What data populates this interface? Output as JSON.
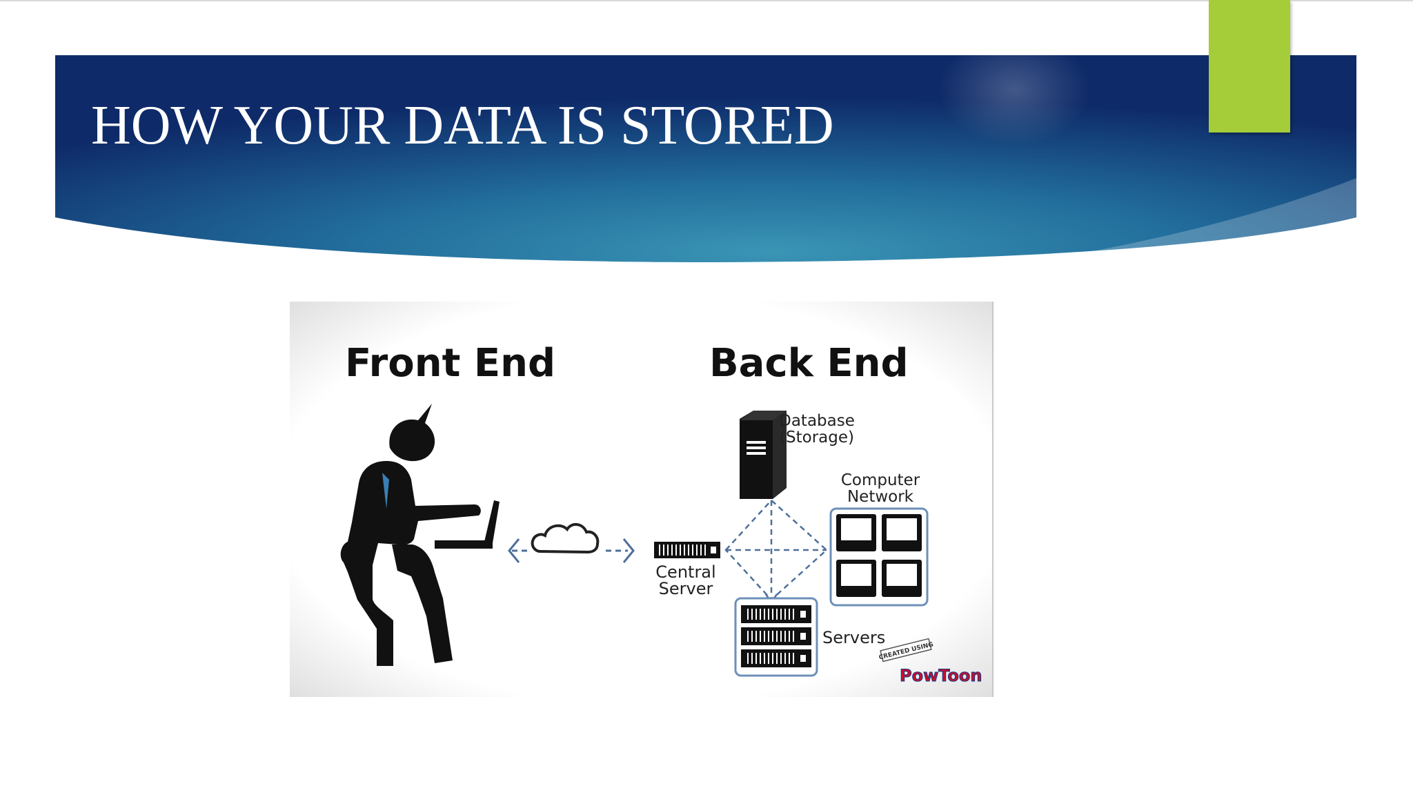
{
  "slide": {
    "title": "HOW YOUR DATA IS STORED"
  },
  "diagram": {
    "front_end_label": "Front End",
    "back_end_label": "Back End",
    "database_line1": "Database",
    "database_line2": "(Storage)",
    "network_line1": "Computer",
    "network_line2": "Network",
    "central_line1": "Central",
    "central_line2": "Server",
    "servers_label": "Servers",
    "logo_top": "CREATED USING",
    "logo_main": "PowToon"
  },
  "colors": {
    "banner_dark": "#0e2a68",
    "banner_light": "#3a8fb2",
    "accent": "#a5cd39",
    "connector": "#4d6f9a"
  }
}
